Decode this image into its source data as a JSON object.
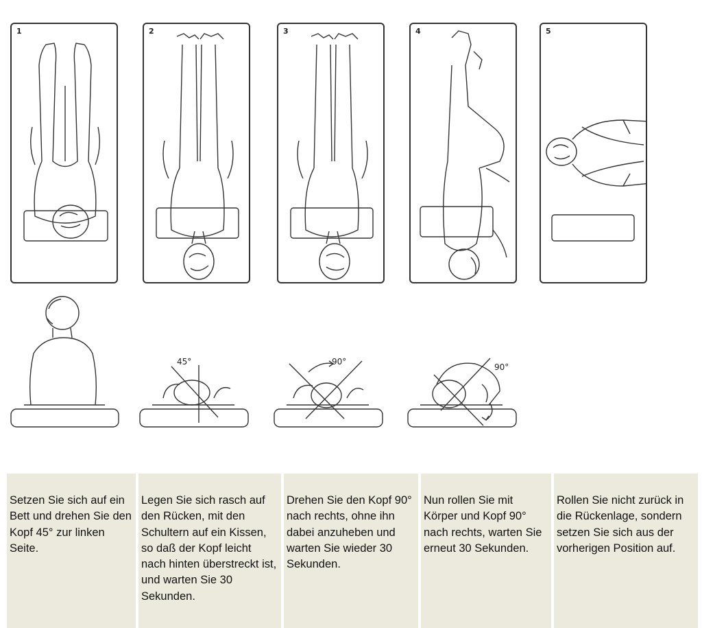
{
  "steps": [
    {
      "number": "1",
      "angle": "",
      "text": "Setzen Sie sich auf ein Bett und drehen Sie den Kopf 45° zur linken Seite."
    },
    {
      "number": "2",
      "angle": "45°",
      "text": "Legen Sie sich rasch auf den Rücken, mit den Schultern auf ein Kissen, so daß der Kopf leicht nach hinten überstreckt ist, und warten Sie 30 Sekunden."
    },
    {
      "number": "3",
      "angle": "90°",
      "text": "Drehen Sie den Kopf 90° nach rechts, ohne ihn dabei anzuheben und warten Sie wieder 30 Sekunden."
    },
    {
      "number": "4",
      "angle": "90°",
      "text": "Nun rollen Sie mit Körper und Kopf 90° nach rechts, warten Sie erneut 30 Sekunden."
    },
    {
      "number": "5",
      "angle": "",
      "text": "Rollen Sie nicht zurück in die Rückenlage, sondern setzen Sie sich aus der vorherigen Position auf."
    }
  ],
  "colors": {
    "text_background": "#ebeadd",
    "line": "#333333"
  }
}
